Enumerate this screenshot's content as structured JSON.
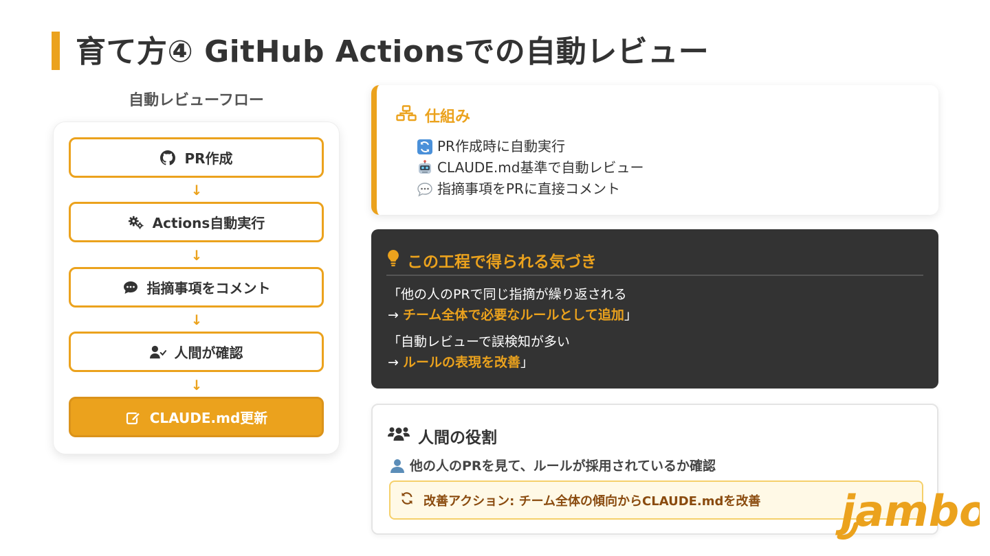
{
  "title": "育て方④ GitHub Actionsでの自動レビュー",
  "flow": {
    "heading": "自動レビューフロー",
    "steps": [
      {
        "label": "PR作成",
        "icon": "github-icon"
      },
      {
        "label": "Actions自動実行",
        "icon": "gears-icon"
      },
      {
        "label": "指摘事項をコメント",
        "icon": "comment-icon"
      },
      {
        "label": "人間が確認",
        "icon": "user-check-icon"
      },
      {
        "label": "CLAUDE.md更新",
        "icon": "edit-icon",
        "highlight": true
      }
    ],
    "arrow": "↓"
  },
  "mechanism": {
    "title": "仕組み",
    "icon": "sitemap-icon",
    "items": [
      {
        "icon": "refresh-emoji-icon",
        "text": "PR作成時に自動実行"
      },
      {
        "icon": "robot-emoji-icon",
        "text": "CLAUDE.md基準で自動レビュー"
      },
      {
        "icon": "speech-bubble-emoji-icon",
        "text": "指摘事項をPRに直接コメント"
      }
    ]
  },
  "insights": {
    "title": "この工程で得られる気づき",
    "icon": "lightbulb-icon",
    "q1_line1": "「他の人のPRで同じ指摘が繰り返される",
    "q1_arrow": "→ ",
    "q1_highlight": "チーム全体で必要なルールとして追加",
    "q1_close": "」",
    "q2_line1": "「自動レビューで誤検知が多い",
    "q2_arrow": "→ ",
    "q2_highlight": "ルールの表現を改善",
    "q2_close": "」"
  },
  "human_role": {
    "title": "人間の役割",
    "icon": "users-icon",
    "line": "他の人のPRを見て、ルールが採用されているか確認",
    "line_icon": "person-emoji-icon",
    "action": "改善アクション: チーム全体の傾向からCLAUDE.mdを改善",
    "action_icon": "sync-icon"
  },
  "logo": {
    "text": "jambo"
  },
  "colors": {
    "accent": "#EBA21D",
    "dark": "#333333",
    "action_text": "#8A4B0F",
    "action_bg": "#FFF9E6"
  }
}
